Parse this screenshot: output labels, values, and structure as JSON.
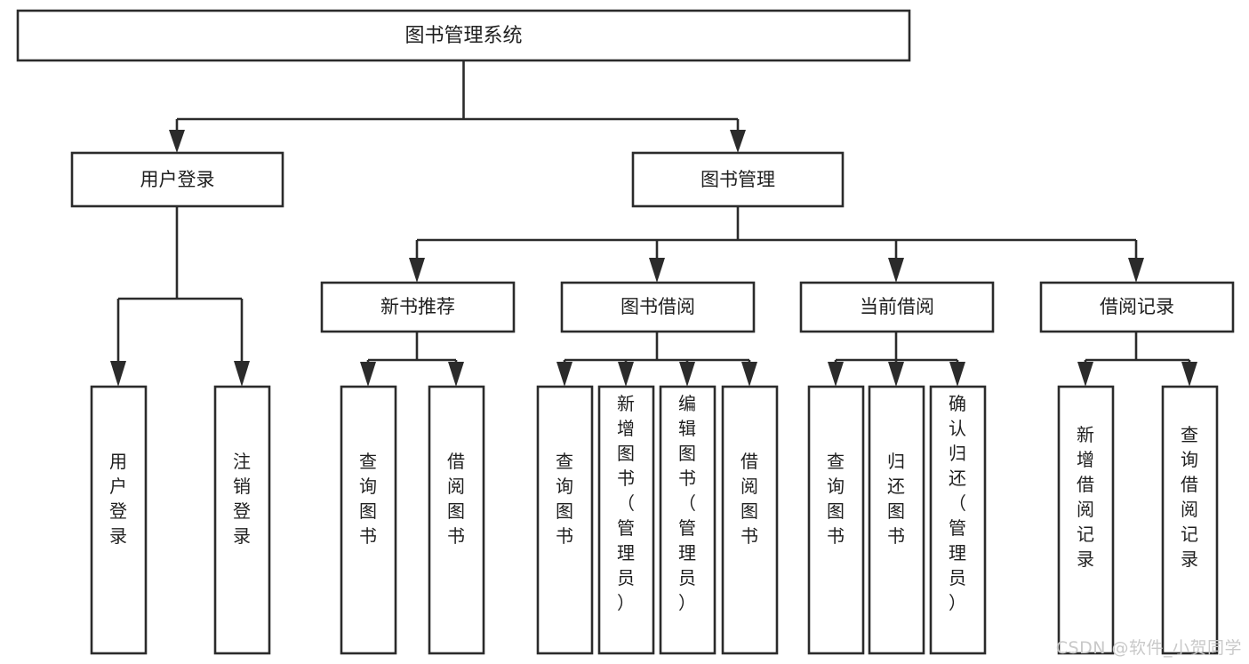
{
  "diagram": {
    "type": "tree-hierarchy",
    "title": "图书管理系统",
    "orientation": "top-down",
    "colors": {
      "stroke": "#2b2b2b",
      "fill": "#ffffff",
      "text": "#1f1f1f",
      "background": "#ffffff",
      "watermark": "#c9c9c9"
    },
    "nodes": {
      "root": {
        "label": "图书管理系统",
        "level": 0
      },
      "level1": [
        {
          "id": "user-login",
          "label": "用户登录"
        },
        {
          "id": "book-manage",
          "label": "图书管理"
        }
      ],
      "level2": [
        {
          "id": "new-book-recommend",
          "label": "新书推荐",
          "parent": "book-manage"
        },
        {
          "id": "book-borrow",
          "label": "图书借阅",
          "parent": "book-manage"
        },
        {
          "id": "current-borrow",
          "label": "当前借阅",
          "parent": "book-manage"
        },
        {
          "id": "borrow-record",
          "label": "借阅记录",
          "parent": "book-manage"
        }
      ],
      "leaves": [
        {
          "id": "leaf-user-login",
          "label": "用户登录",
          "parent": "user-login"
        },
        {
          "id": "leaf-logout",
          "label": "注销登录",
          "parent": "user-login"
        },
        {
          "id": "leaf-query-book-1",
          "label": "查询图书",
          "parent": "new-book-recommend"
        },
        {
          "id": "leaf-borrow-book-1",
          "label": "借阅图书",
          "parent": "new-book-recommend"
        },
        {
          "id": "leaf-query-book-2",
          "label": "查询图书",
          "parent": "book-borrow"
        },
        {
          "id": "leaf-add-book",
          "label": "新增图书（管理员）",
          "parent": "book-borrow"
        },
        {
          "id": "leaf-edit-book",
          "label": "编辑图书（管理员）",
          "parent": "book-borrow"
        },
        {
          "id": "leaf-borrow-book-2",
          "label": "借阅图书",
          "parent": "book-borrow"
        },
        {
          "id": "leaf-query-book-3",
          "label": "查询图书",
          "parent": "current-borrow"
        },
        {
          "id": "leaf-return-book",
          "label": "归还图书",
          "parent": "current-borrow"
        },
        {
          "id": "leaf-confirm-return",
          "label": "确认归还（管理员）",
          "parent": "current-borrow"
        },
        {
          "id": "leaf-add-record",
          "label": "新增借阅记录",
          "parent": "borrow-record"
        },
        {
          "id": "leaf-query-record",
          "label": "查询借阅记录",
          "parent": "borrow-record"
        }
      ]
    },
    "watermark": "CSDN @软件_小贺同学"
  }
}
